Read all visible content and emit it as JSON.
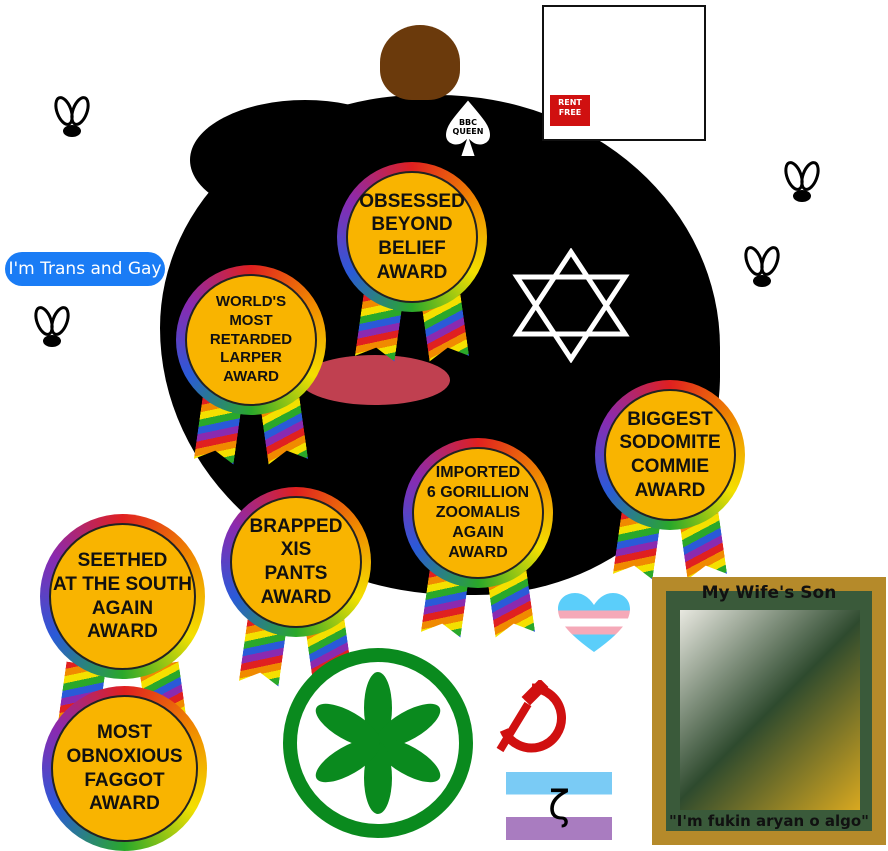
{
  "bubble": "I'm Trans and Gay",
  "awards": [
    "OBSESSED\nBEYOND\nBELIEF\nAWARD",
    "WORLD'S\nMOST\nRETARDED\nLARPER\nAWARD",
    "BIGGEST\nSODOMITE\nCOMMIE\nAWARD",
    "IMPORTED\n6 GORILLION\nZOOMALIS\nAGAIN\nAWARD",
    "BRAPPED\nXIS\nPANTS\nAWARD",
    "SEETHED\nAT THE SOUTH\nAGAIN\nAWARD",
    "MOST\nOBNOXIOUS\nFAGGOT\nAWARD"
  ],
  "sign": "RENT\nFREE",
  "spade": "BBC\nQUEEN",
  "frame": {
    "title": "My Wife's Son",
    "caption": "\"I'm fukin aryan o algo\""
  },
  "flag_symbol": "ζ"
}
